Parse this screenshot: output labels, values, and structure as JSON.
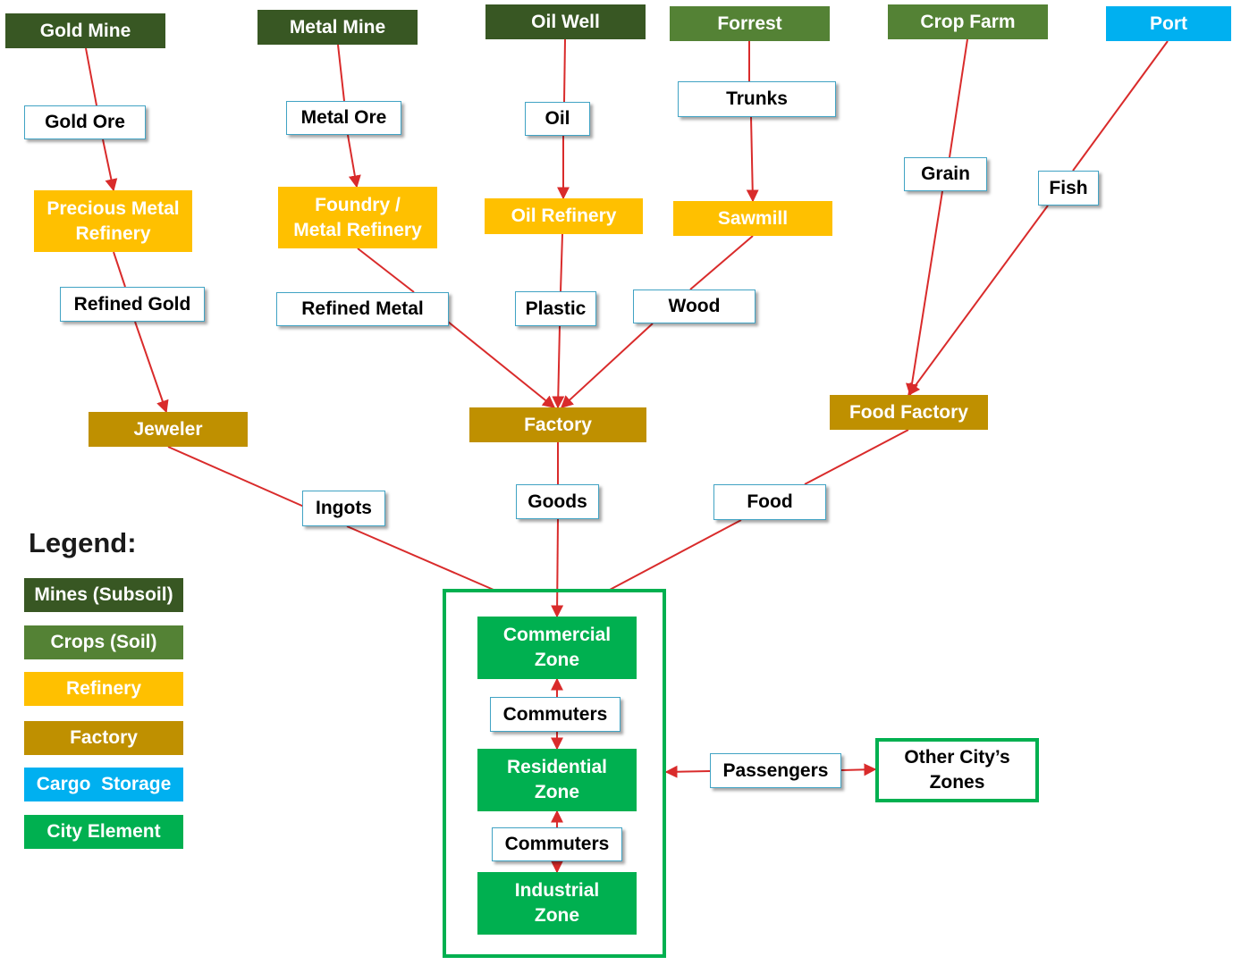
{
  "sources": {
    "gold_mine": "Gold Mine",
    "metal_mine": "Metal Mine",
    "oil_well": "Oil Well",
    "forrest": "Forrest",
    "crop_farm": "Crop Farm",
    "port": "Port"
  },
  "resources": {
    "gold_ore": "Gold Ore",
    "metal_ore": "Metal Ore",
    "oil": "Oil",
    "trunks": "Trunks",
    "grain": "Grain",
    "fish": "Fish",
    "refined_gold": "Refined Gold",
    "refined_metal": "Refined Metal",
    "plastic": "Plastic",
    "wood": "Wood",
    "ingots": "Ingots",
    "goods": "Goods",
    "food": "Food",
    "commuters_upper": "Commuters",
    "commuters_lower": "Commuters",
    "passengers": "Passengers"
  },
  "refineries": {
    "precious_metal_refinery": "Precious Metal\nRefinery",
    "foundry_metal_refinery": "Foundry /\nMetal Refinery",
    "oil_refinery": "Oil Refinery",
    "sawmill": "Sawmill"
  },
  "factories": {
    "jeweler": "Jeweler",
    "factory": "Factory",
    "food_factory": "Food Factory"
  },
  "city": {
    "commercial_zone": "Commercial\nZone",
    "residential_zone": "Residential\nZone",
    "industrial_zone": "Industrial\nZone",
    "other_city_zones": "Other City’s\nZones"
  },
  "legend": {
    "title": "Legend:",
    "items": [
      {
        "label": "Mines (Subsoil)",
        "color": "#385723"
      },
      {
        "label": "Crops (Soil)",
        "color": "#548235"
      },
      {
        "label": "Refinery",
        "color": "#ffc000"
      },
      {
        "label": "Factory",
        "color": "#bf9000"
      },
      {
        "label": "Cargo  Storage",
        "color": "#00b0f0"
      },
      {
        "label": "City Element",
        "color": "#00b050"
      }
    ]
  },
  "colors": {
    "connector": "#d92b2b",
    "resource_border": "#41a3c4",
    "city_frame": "#00b050"
  }
}
